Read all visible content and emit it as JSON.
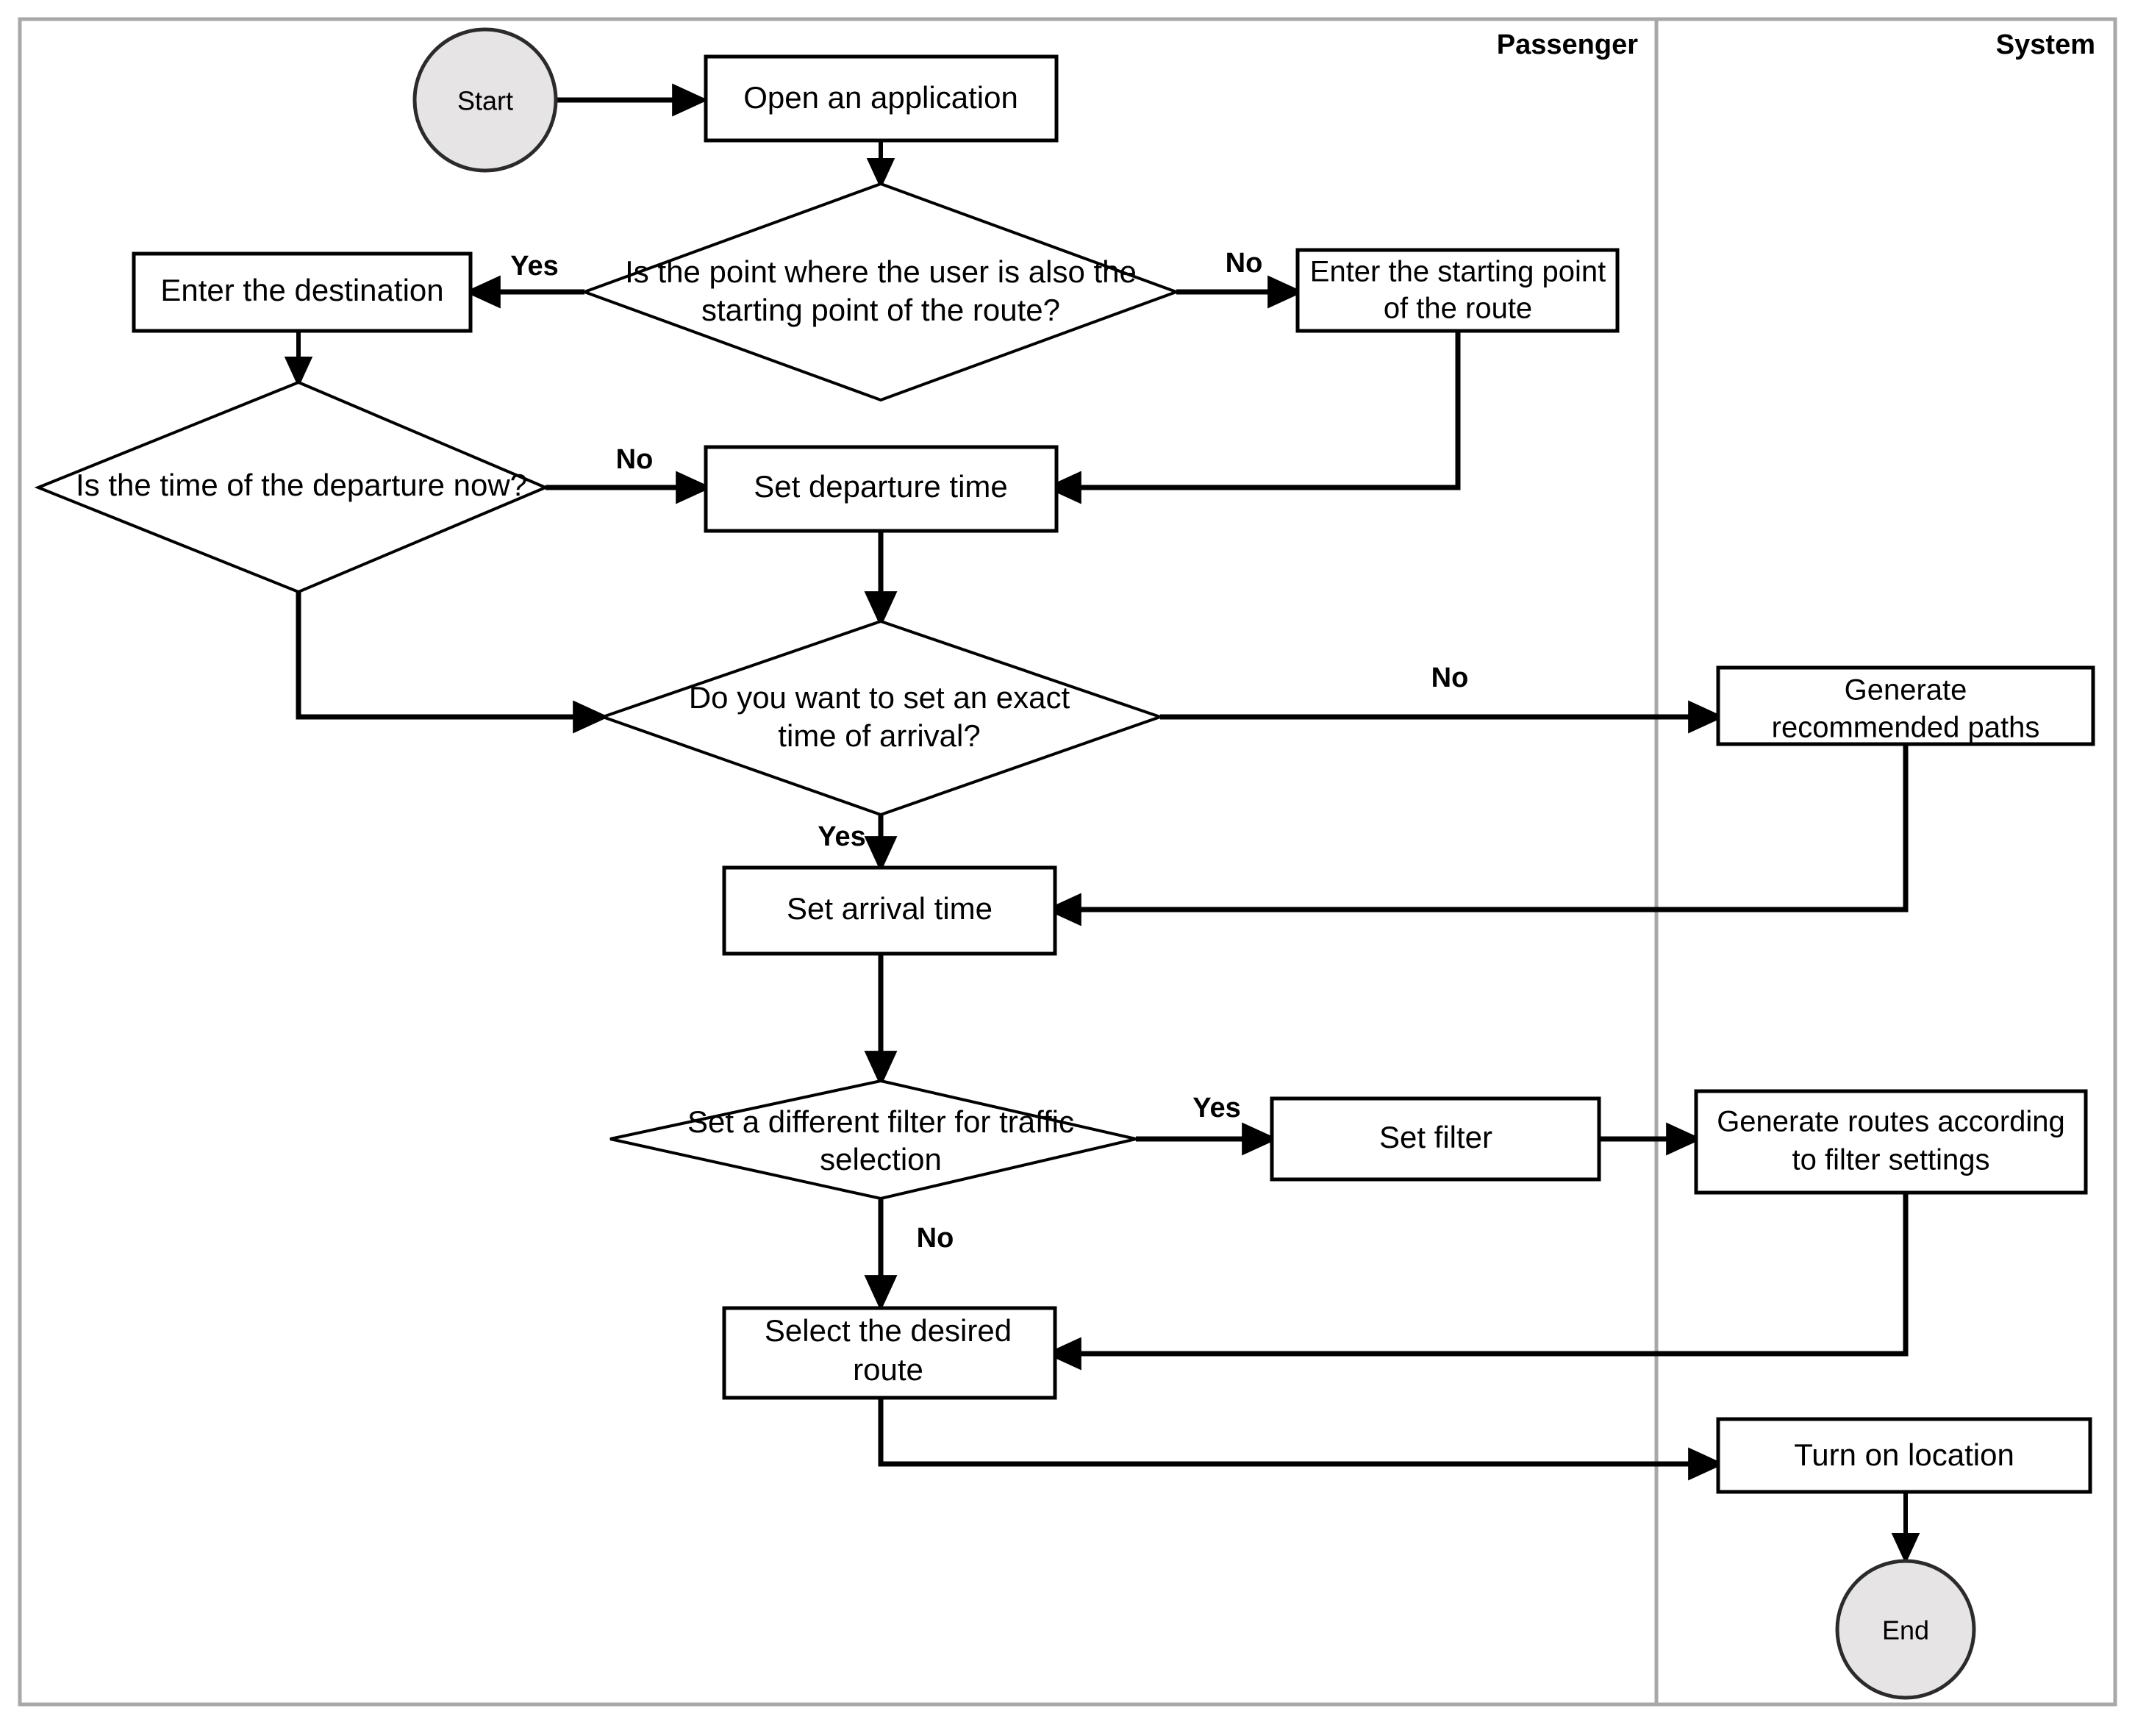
{
  "diagram": {
    "type": "flowchart",
    "title": "",
    "lanes": [
      {
        "id": "passenger",
        "label": "Passenger"
      },
      {
        "id": "system",
        "label": "System"
      }
    ],
    "nodes": [
      {
        "id": "start",
        "shape": "terminator",
        "label": "Start",
        "lane": "passenger"
      },
      {
        "id": "open_app",
        "shape": "process",
        "label": "Open an application",
        "lane": "passenger"
      },
      {
        "id": "is_user_point",
        "shape": "decision",
        "label_line1": "Is the point where the user is also the",
        "label_line2": "starting point of the route?",
        "lane": "passenger"
      },
      {
        "id": "enter_dest",
        "shape": "process",
        "label": "Enter the destination",
        "lane": "passenger"
      },
      {
        "id": "enter_start_pt",
        "shape": "process",
        "label_line1": "Enter the starting point",
        "label_line2": "of the route",
        "lane": "passenger"
      },
      {
        "id": "is_departure_now",
        "shape": "decision",
        "label": "Is the time of the departure now?",
        "lane": "passenger"
      },
      {
        "id": "set_departure",
        "shape": "process",
        "label": "Set departure time",
        "lane": "passenger"
      },
      {
        "id": "exact_arrival",
        "shape": "decision",
        "label_line1": "Do you want to set an exact",
        "label_line2": "time of arrival?",
        "lane": "passenger"
      },
      {
        "id": "gen_recommended",
        "shape": "process",
        "label_line1": "Generate",
        "label_line2": "recommended paths",
        "lane": "system"
      },
      {
        "id": "set_arrival",
        "shape": "process",
        "label": "Set arrival time",
        "lane": "passenger"
      },
      {
        "id": "diff_filter",
        "shape": "decision",
        "label_line1": "Set a different filter for traffic",
        "label_line2": "selection",
        "lane": "passenger"
      },
      {
        "id": "set_filter",
        "shape": "process",
        "label": "Set filter",
        "lane": "passenger"
      },
      {
        "id": "gen_filtered",
        "shape": "process",
        "label_line1": "Generate routes according",
        "label_line2": "to filter settings",
        "lane": "system"
      },
      {
        "id": "select_route",
        "shape": "process",
        "label_line1": "Select the desired",
        "label_line2": "route",
        "lane": "passenger"
      },
      {
        "id": "turn_on_location",
        "shape": "process",
        "label": "Turn on location",
        "lane": "system"
      },
      {
        "id": "end",
        "shape": "terminator",
        "label": "End",
        "lane": "system"
      }
    ],
    "edge_labels": {
      "user_point_yes": "Yes",
      "user_point_no": "No",
      "departure_now_no": "No",
      "exact_arrival_no": "No",
      "exact_arrival_yes": "Yes",
      "diff_filter_yes": "Yes",
      "diff_filter_no": "No"
    },
    "colors": {
      "terminator_fill": "#e6e4e4",
      "shape_stroke": "#000000",
      "shape_fill": "#ffffff",
      "frame_stroke": "#a8a8a8",
      "connector": "#000000"
    }
  }
}
